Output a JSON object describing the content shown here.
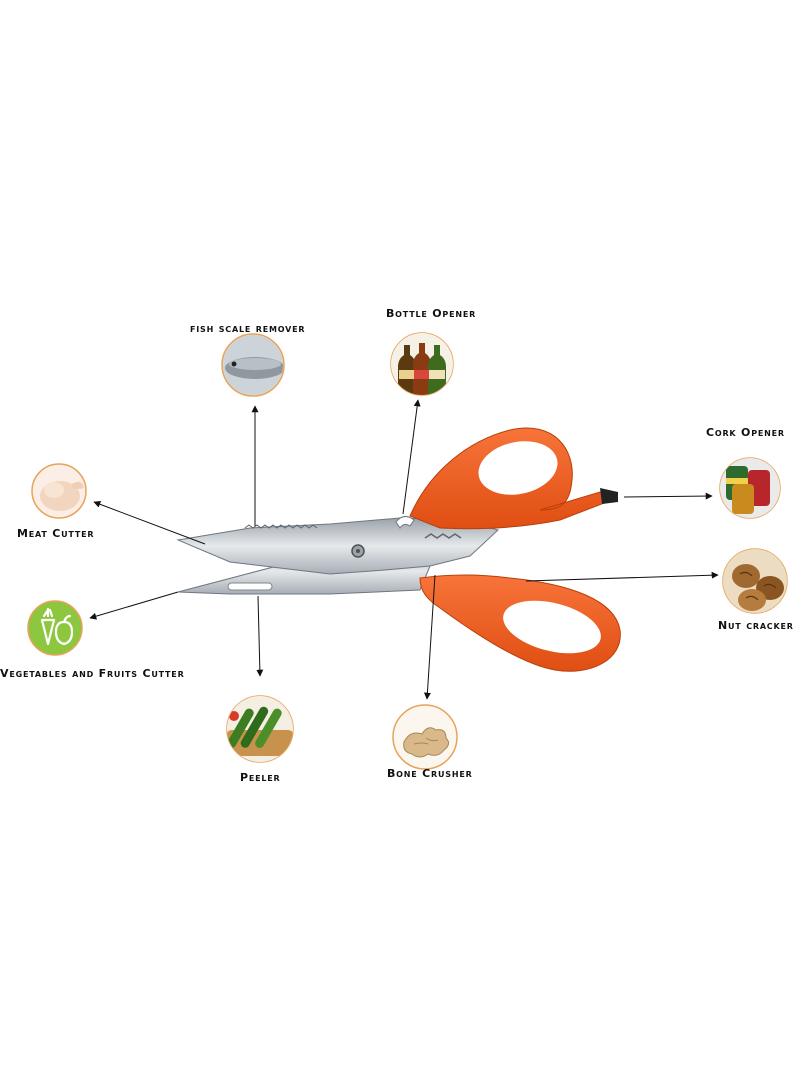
{
  "features": {
    "fish_scale_remover": "fish scale remover",
    "bottle_opener": "Bottle Opener",
    "cork_opener": "Cork Opener",
    "meat_cutter": "Meat Cutter",
    "vegetables_fruits_cutter": "Vegetables and Fruits Cutter",
    "nut_cracker": "Nut cracker",
    "peeler": "Peeler",
    "bone_crusher": "Bone Crusher"
  },
  "colors": {
    "handle": "#F2581C",
    "handle_dark": "#C9420C",
    "blade": "#C8CDD2",
    "blade_dark": "#7E8790",
    "arrow": "#111111",
    "veg_icon_bg": "#8DC63F",
    "circle_border": "#E8A25A"
  }
}
